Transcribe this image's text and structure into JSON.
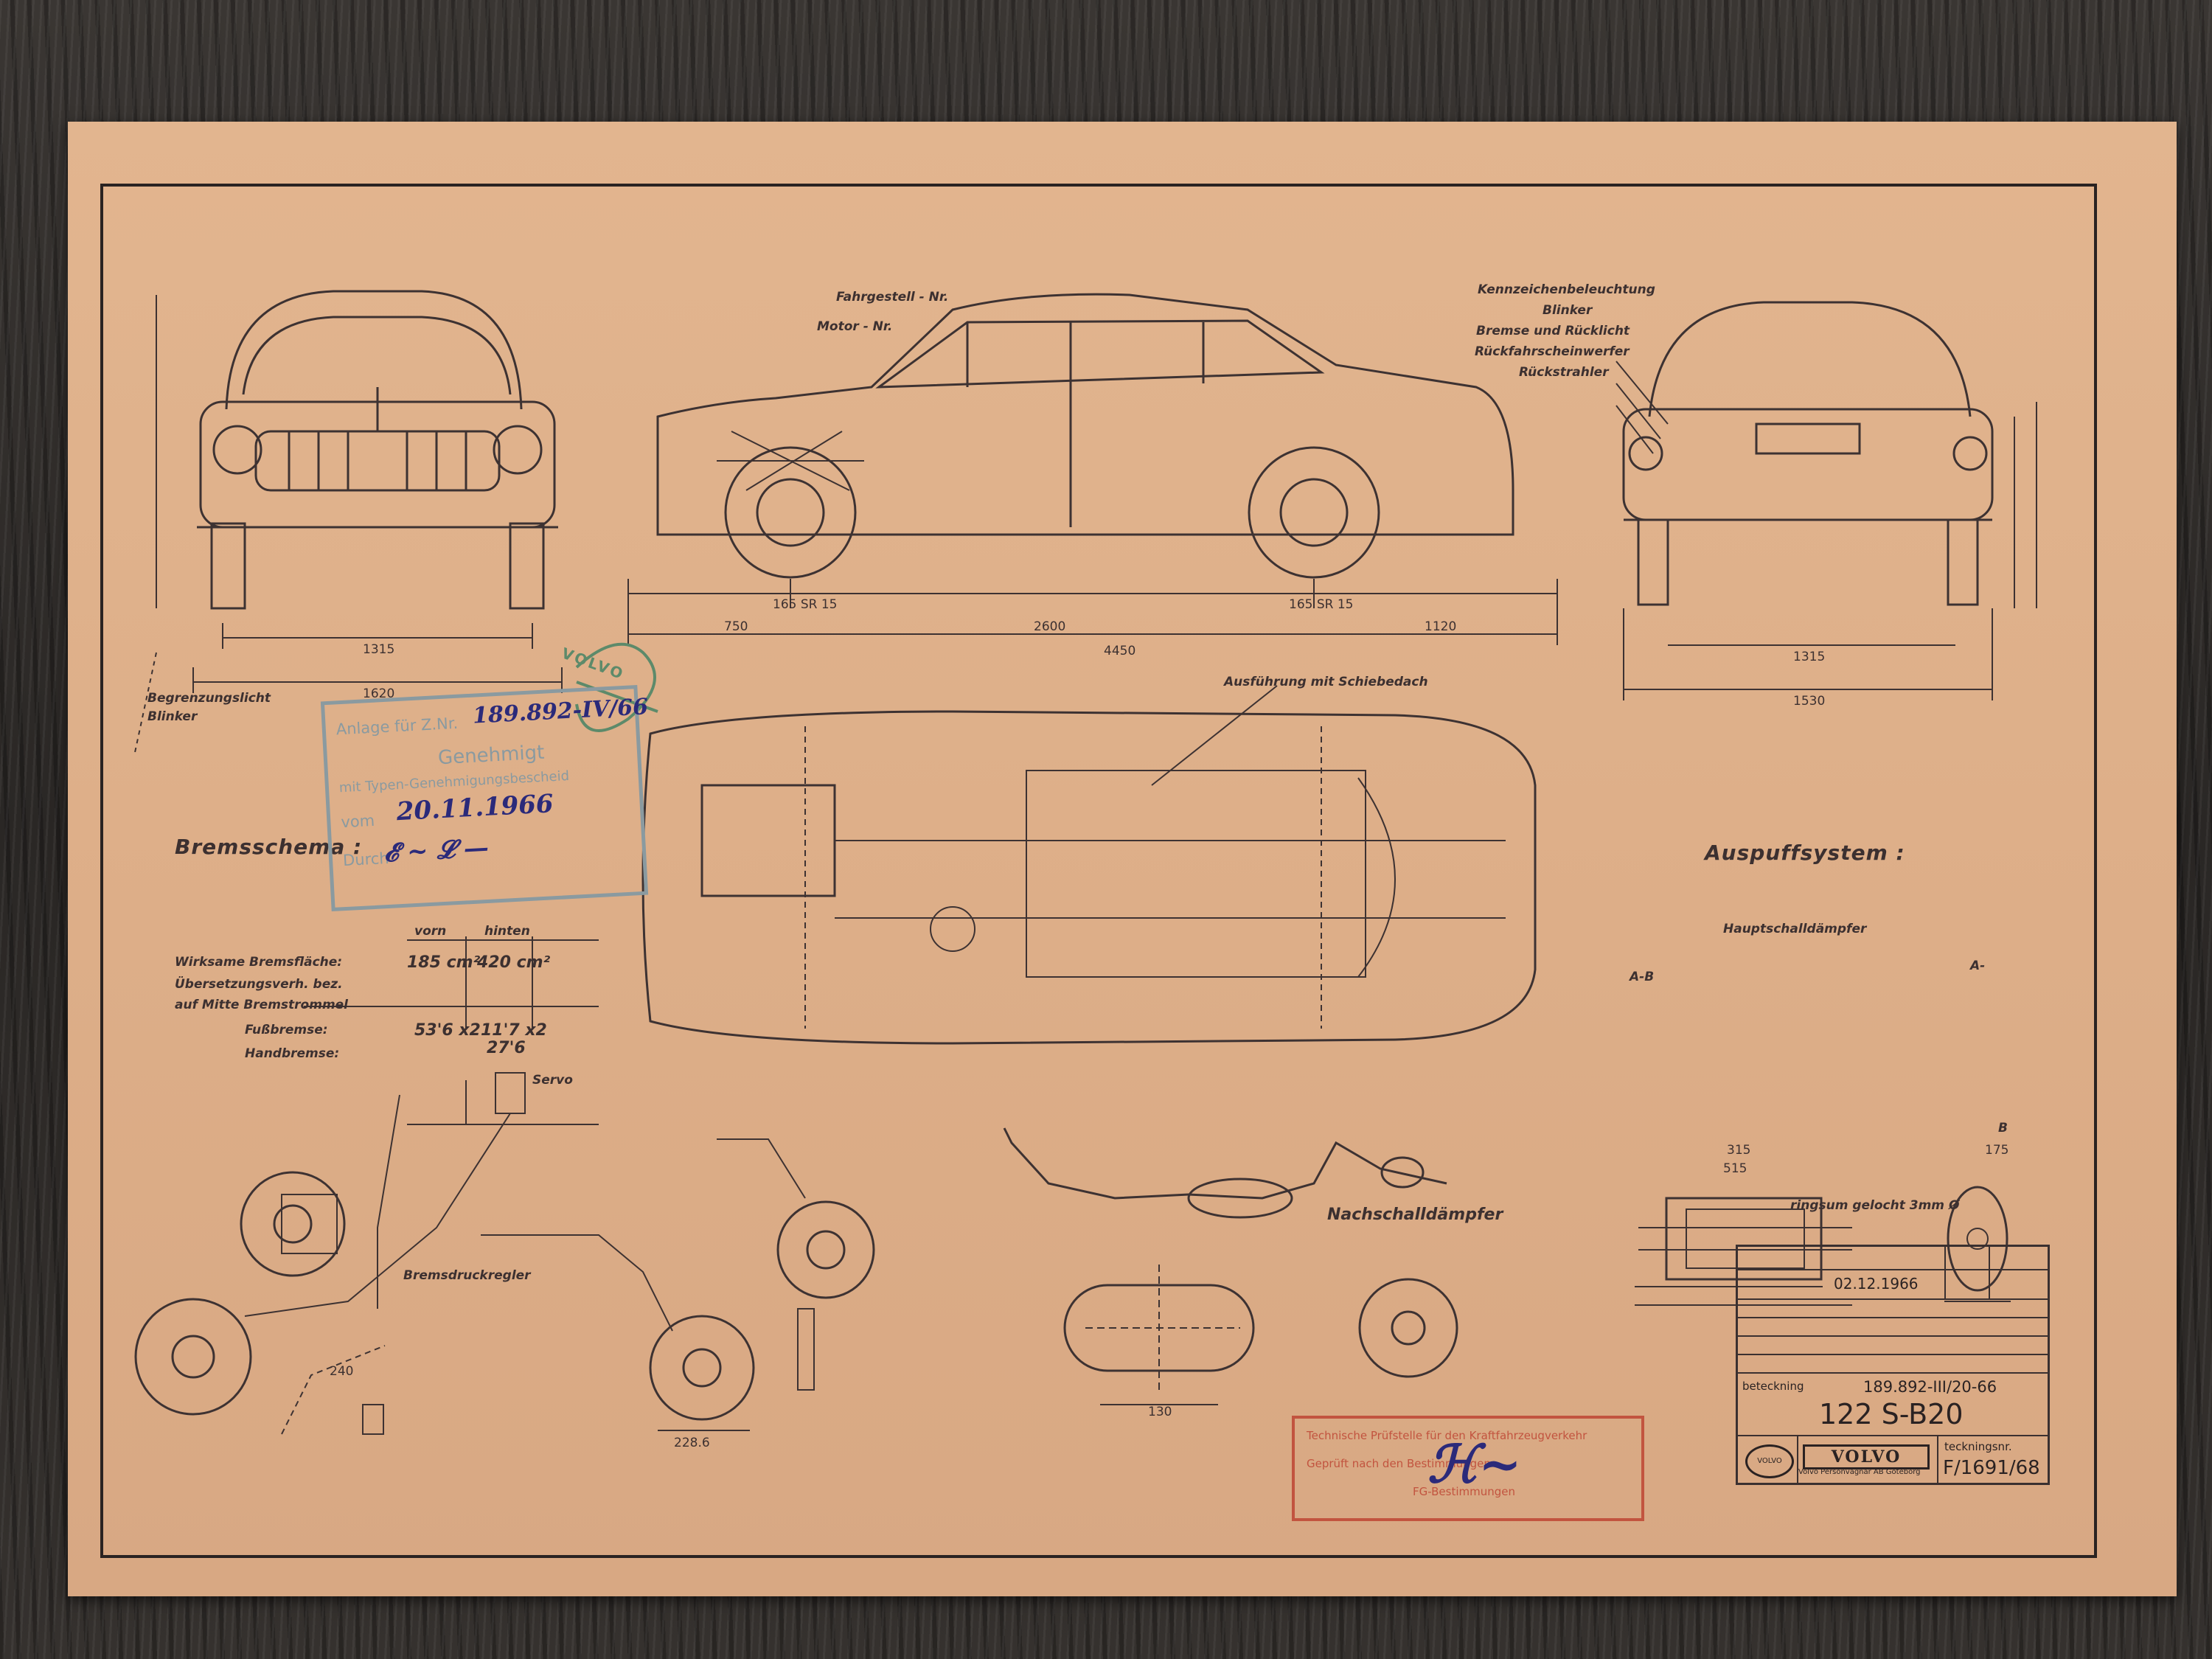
{
  "front_view": {
    "dims": [
      "1315",
      "1620"
    ],
    "notes": [
      "Begrenzungslicht",
      "Blinker"
    ]
  },
  "side_view": {
    "callouts": [
      "Fahrgestell - Nr.",
      "Motor - Nr."
    ],
    "tires": [
      "165 SR 15",
      "165 SR 15"
    ],
    "dims": [
      "750",
      "2600",
      "1120",
      "4450"
    ],
    "note": "Ausführung mit Schiebedach"
  },
  "rear_view": {
    "callouts": [
      "Kennzeichenbeleuchtung",
      "Blinker",
      "Bremse und Rücklicht",
      "Rückfahrscheinwerfer",
      "Rückstrahler"
    ],
    "dims": [
      "1315",
      "1530"
    ]
  },
  "brake_scheme": {
    "title": "Bremsschema :",
    "col_headers": [
      "vorn",
      "hinten"
    ],
    "rows": [
      {
        "label": "Wirksame Bremsfläche:",
        "front": "185 cm²",
        "rear": "420 cm²"
      },
      {
        "label": "Übersetzungsverh. bez.",
        "front": "",
        "rear": ""
      },
      {
        "label": "auf Mitte Bremstrommel",
        "front": "",
        "rear": ""
      },
      {
        "label": "Fußbremse:",
        "front": "53'6 x2",
        "rear": "11'7 x2"
      },
      {
        "label": "Handbremse:",
        "front": "",
        "rear": "27'6"
      }
    ],
    "labels": [
      "Servo",
      "Bremsdruckregler"
    ],
    "dims": [
      "240",
      "228.6"
    ]
  },
  "exhaust": {
    "title": "Auspuffsystem :",
    "main_muffler": "Hauptschalldämpfer",
    "rear_muffler": "Nachschalldämpfer",
    "section_labels": [
      "A-B",
      "A-",
      "B"
    ],
    "dims": [
      "315",
      "515",
      "175",
      "130"
    ],
    "note": "ringsum gelocht 3mm Ø"
  },
  "approval_stamp": {
    "line1": "Anlage für Z.Nr.",
    "z_number": "189.892-IV/66",
    "line2": "Genehmigt",
    "line3": "mit Typen-Genehmigungsbescheid",
    "line4": "vom",
    "date_hand": "20.11.1966",
    "line5": "Durch"
  },
  "stamp_logo": "VOLVO",
  "red_stamp": {
    "line1": "Technische Prüfstelle für den Kraftfahrzeugverkehr",
    "line2": "Geprüft nach den Bestimmungen",
    "line3": "FG-Bestimmungen"
  },
  "title_block": {
    "date": "02.12.1966",
    "beteckning_label": "beteckning",
    "beteckning": "189.892-III/20-66",
    "model": "122 S-B20",
    "company": "VOLVO",
    "company_sub": "Volvo Personvagnar AB Göteborg",
    "drawing_no_label": "teckningsnr.",
    "drawing_no": "F/1691/68"
  }
}
